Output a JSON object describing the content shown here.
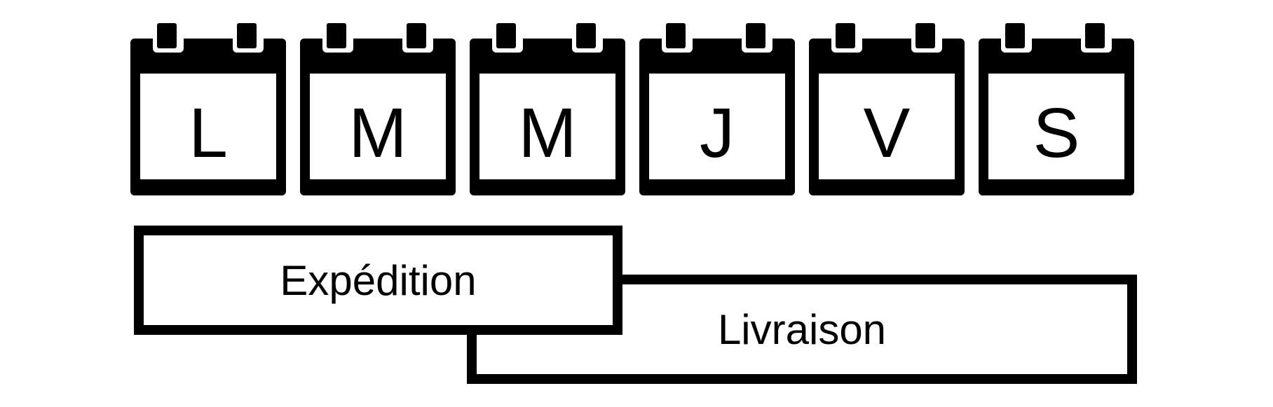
{
  "days": [
    "L",
    "M",
    "M",
    "J",
    "V",
    "S"
  ],
  "phases": {
    "expedition": "Expédition",
    "livraison": "Livraison"
  },
  "colors": {
    "ink": "#000000",
    "paper": "#ffffff"
  }
}
